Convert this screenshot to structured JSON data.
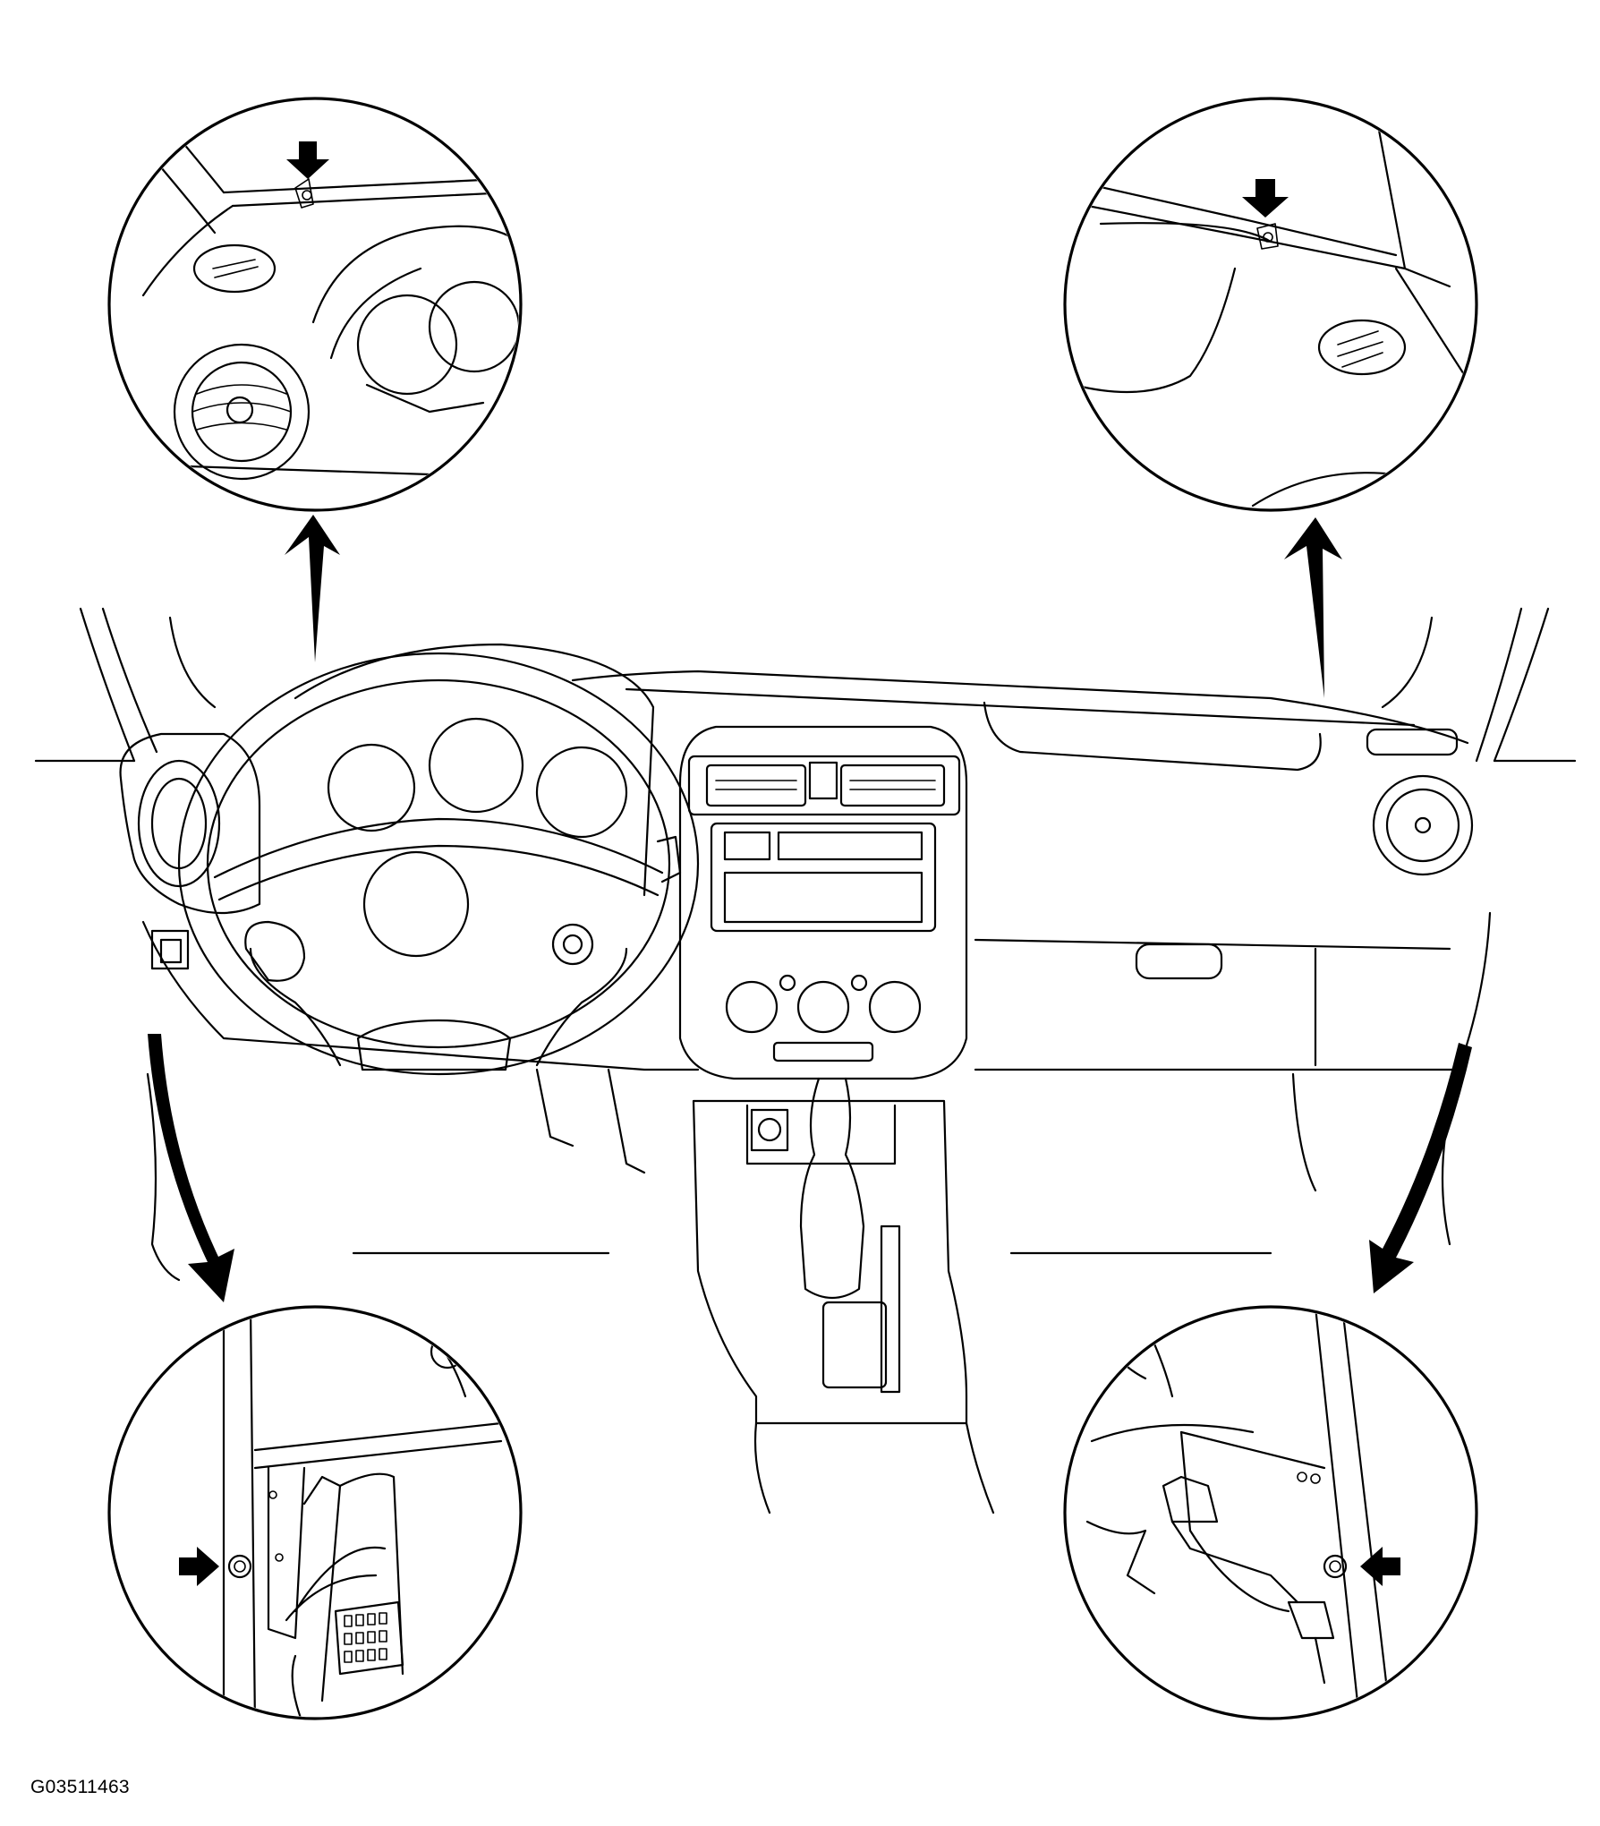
{
  "figure": {
    "id_label": "G03511463"
  },
  "colors": {
    "line": "#000000",
    "background": "#ffffff"
  },
  "callouts": [
    {
      "name": "detail-upper-left",
      "icon": "arrow-indicator-icon"
    },
    {
      "name": "detail-upper-right",
      "icon": "arrow-indicator-icon"
    },
    {
      "name": "detail-lower-left",
      "icon": "arrow-indicator-icon"
    },
    {
      "name": "detail-lower-right",
      "icon": "arrow-indicator-icon"
    }
  ]
}
